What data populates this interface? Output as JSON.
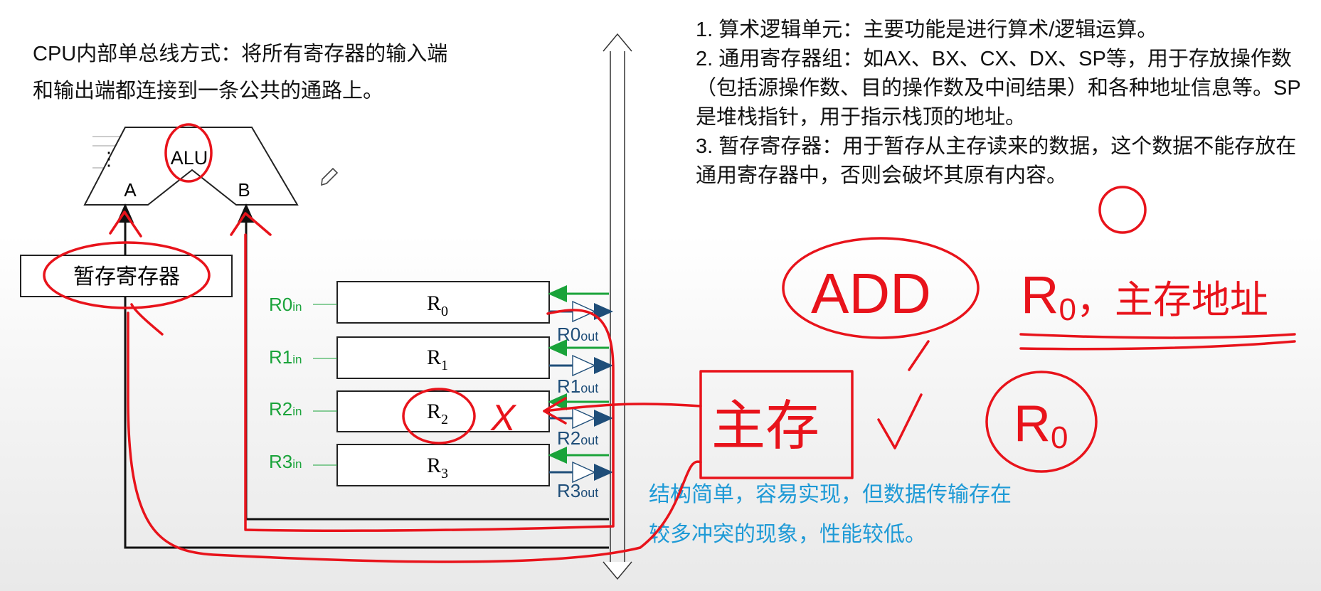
{
  "intro": {
    "line1": "CPU内部单总线方式：将所有寄存器的输入端",
    "line2": "和输出端都连接到一条公共的通路上。"
  },
  "notes": [
    "1. 算术逻辑单元：主要功能是进行算术/逻辑运算。",
    "2. 通用寄存器组：如AX、BX、CX、DX、SP等，用于存放操作数（包括源操作数、目的操作数及中间结果）和各种地址信息等。SP是堆栈指针，用于指示栈顶的地址。",
    "3. 暂存寄存器：用于暂存从主存读来的数据，这个数据不能存放在通用寄存器中，否则会破坏其原有内容。"
  ],
  "alu": {
    "label": "ALU",
    "port_a": "A",
    "port_b": "B",
    "ellipsis": "⋮"
  },
  "temp_register": {
    "label": "暂存寄存器"
  },
  "registers": [
    {
      "name": "R",
      "sub": "0",
      "in_label": "R0",
      "in_sub": "in",
      "out_label": "R0",
      "out_sub": "out"
    },
    {
      "name": "R",
      "sub": "1",
      "in_label": "R1",
      "in_sub": "in",
      "out_label": "R1",
      "out_sub": "out"
    },
    {
      "name": "R",
      "sub": "2",
      "in_label": "R2",
      "in_sub": "in",
      "out_label": "R2",
      "out_sub": "out"
    },
    {
      "name": "R",
      "sub": "3",
      "in_label": "R3",
      "in_sub": "in",
      "out_label": "R3",
      "out_sub": "out"
    }
  ],
  "summary": {
    "line1": "结构简单，容易实现，但数据传输存在",
    "line2": "较多冲突的现象，性能较低。"
  },
  "annotations": {
    "x_mark": "X",
    "main_memory": "主存",
    "add": "ADD",
    "r0_mem": "R",
    "r0_mem_sub": "0",
    "r0_mem_rest": "，主存地址",
    "r0_circle": "R",
    "r0_circle_sub": "0",
    "check": "√"
  },
  "colors": {
    "text": "#111111",
    "green_signal": "#1aa33a",
    "blue_out": "#1f4e79",
    "summary_blue": "#1e9ad6",
    "annotation_red": "#e8131b"
  }
}
